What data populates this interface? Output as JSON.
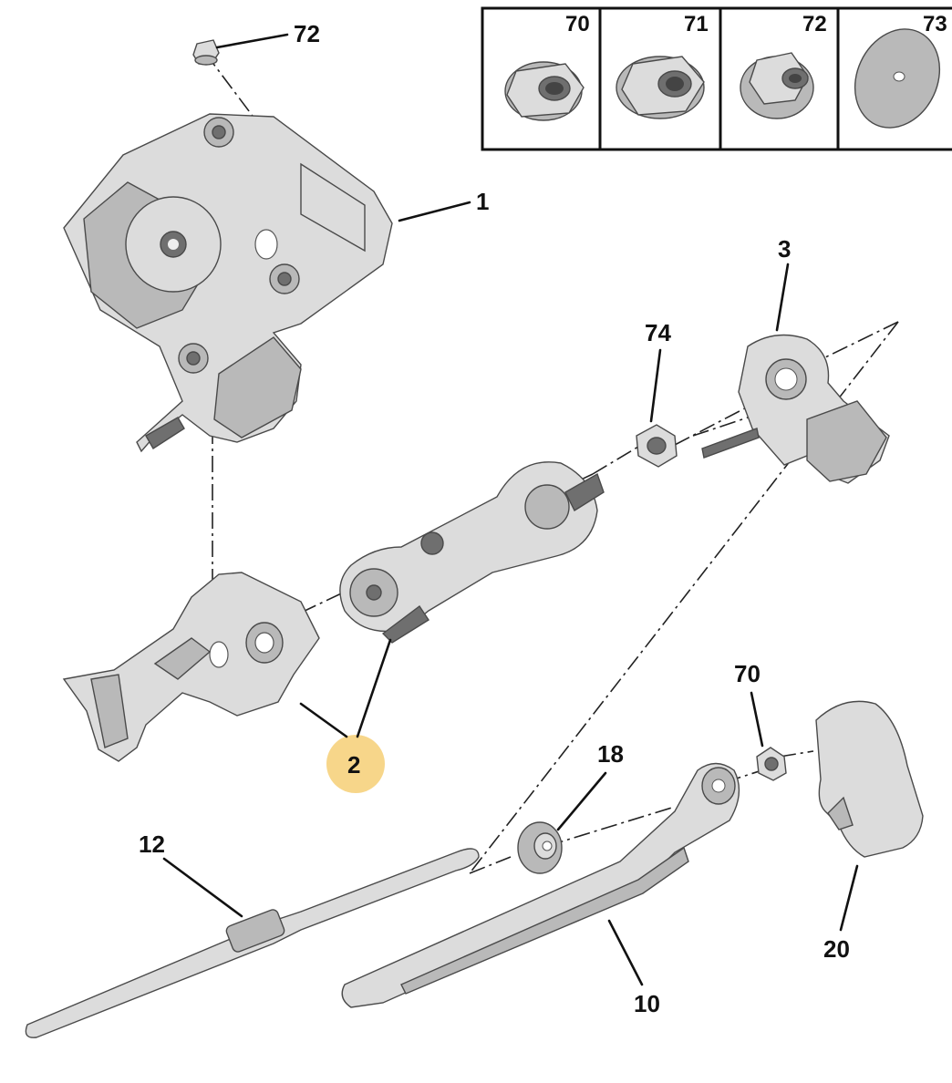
{
  "callouts": {
    "motor": "1",
    "link": "2",
    "spindle_housing": "3",
    "arm": "10",
    "blade": "12",
    "seal": "18",
    "cap": "20",
    "nut_top": "72",
    "nut_mid": "74",
    "nut_arm": "70"
  },
  "inset": {
    "items": [
      {
        "number": "70",
        "icon": "flange-nut-icon"
      },
      {
        "number": "71",
        "icon": "hex-nut-icon"
      },
      {
        "number": "72",
        "icon": "washer-nut-icon"
      },
      {
        "number": "73",
        "icon": "flat-washer-icon"
      }
    ]
  },
  "colors": {
    "highlight": "#f7d68a",
    "part_fill": "#d6d6d6",
    "line": "#111111"
  }
}
